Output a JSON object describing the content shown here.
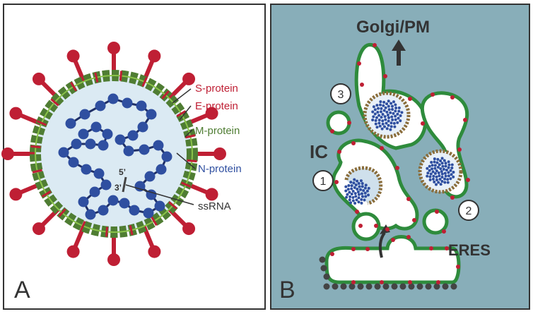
{
  "colors": {
    "outline": "#333333",
    "panel_b_bg": "#88aeb9",
    "virion_fill": "#dbeaf3",
    "membrane_green": "#2e8b3c",
    "m_protein": "#4f7d33",
    "s_protein": "#bf1f34",
    "n_protein": "#2f4fa0",
    "dots_dark": "#444444",
    "white": "#ffffff"
  },
  "panel_a": {
    "letter": "A",
    "labels": {
      "s_protein": "S-protein",
      "e_protein": "E-protein",
      "m_protein": "M-protein",
      "n_protein": "N-protein",
      "ssrna": "ssRNA",
      "five_prime": "5’",
      "three_prime": "3’"
    }
  },
  "panel_b": {
    "letter": "B",
    "labels": {
      "golgi": "Golgi/PM",
      "ic": "IC",
      "eres": "ERES",
      "step1": "1",
      "step2": "2",
      "step3": "3"
    }
  }
}
